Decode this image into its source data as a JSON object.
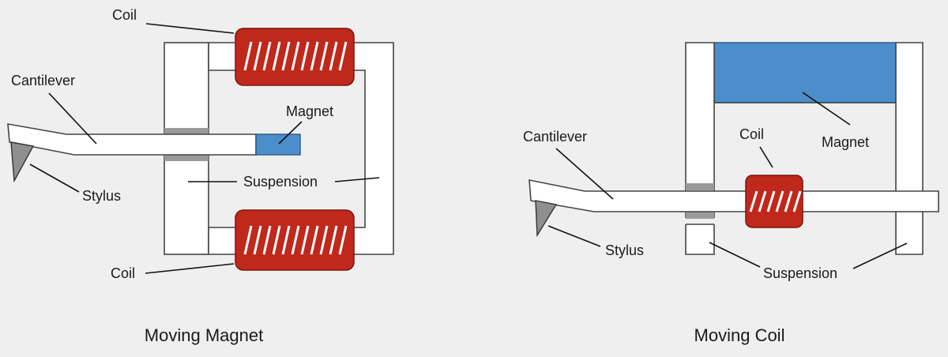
{
  "colors": {
    "background": "#efefef",
    "coil": "#c0281c",
    "coil_edge": "#7a150e",
    "magnet": "#4c8ecb",
    "suspension": "#9a9a9a",
    "frame": "#ffffff",
    "outline": "#444444"
  },
  "moving_magnet": {
    "caption": "Moving Magnet",
    "labels": {
      "coil_top": "Coil",
      "coil_bottom": "Coil",
      "cantilever": "Cantilever",
      "magnet": "Magnet",
      "suspension": "Suspension",
      "stylus": "Stylus"
    }
  },
  "moving_coil": {
    "caption": "Moving Coil",
    "labels": {
      "cantilever": "Cantilever",
      "coil": "Coil",
      "magnet": "Magnet",
      "stylus": "Stylus",
      "suspension": "Suspension"
    }
  }
}
